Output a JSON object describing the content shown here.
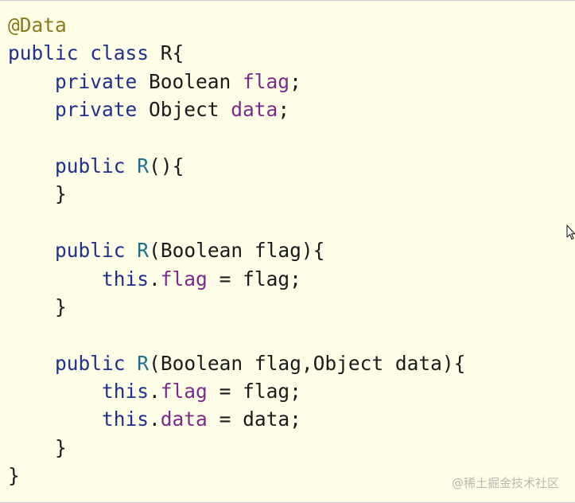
{
  "code": {
    "lines": [
      {
        "indent": "",
        "tokens": [
          {
            "t": "@Data",
            "c": "ann"
          }
        ]
      },
      {
        "indent": "",
        "tokens": [
          {
            "t": "public",
            "c": "kw"
          },
          {
            "t": " ",
            "c": "txt"
          },
          {
            "t": "class",
            "c": "kw"
          },
          {
            "t": " R{",
            "c": "txt"
          }
        ]
      },
      {
        "indent": "    ",
        "tokens": [
          {
            "t": "private",
            "c": "kw"
          },
          {
            "t": " Boolean ",
            "c": "txt"
          },
          {
            "t": "flag",
            "c": "fld"
          },
          {
            "t": ";",
            "c": "txt"
          }
        ]
      },
      {
        "indent": "    ",
        "tokens": [
          {
            "t": "private",
            "c": "kw"
          },
          {
            "t": " Object ",
            "c": "txt"
          },
          {
            "t": "data",
            "c": "fld"
          },
          {
            "t": ";",
            "c": "txt"
          }
        ]
      },
      {
        "indent": "",
        "tokens": []
      },
      {
        "indent": "    ",
        "tokens": [
          {
            "t": "public",
            "c": "kw"
          },
          {
            "t": " ",
            "c": "txt"
          },
          {
            "t": "R",
            "c": "mth"
          },
          {
            "t": "(){",
            "c": "txt"
          }
        ]
      },
      {
        "indent": "    ",
        "tokens": [
          {
            "t": "}",
            "c": "txt"
          }
        ]
      },
      {
        "indent": "",
        "tokens": []
      },
      {
        "indent": "    ",
        "tokens": [
          {
            "t": "public",
            "c": "kw"
          },
          {
            "t": " ",
            "c": "txt"
          },
          {
            "t": "R",
            "c": "mth"
          },
          {
            "t": "(Boolean flag){",
            "c": "txt"
          }
        ]
      },
      {
        "indent": "        ",
        "tokens": [
          {
            "t": "this",
            "c": "kw"
          },
          {
            "t": ".",
            "c": "txt"
          },
          {
            "t": "flag",
            "c": "fld"
          },
          {
            "t": " = flag;",
            "c": "txt"
          }
        ]
      },
      {
        "indent": "    ",
        "tokens": [
          {
            "t": "}",
            "c": "txt"
          }
        ]
      },
      {
        "indent": "",
        "tokens": []
      },
      {
        "indent": "    ",
        "tokens": [
          {
            "t": "public",
            "c": "kw"
          },
          {
            "t": " ",
            "c": "txt"
          },
          {
            "t": "R",
            "c": "mth"
          },
          {
            "t": "(Boolean flag,Object data){",
            "c": "txt"
          }
        ]
      },
      {
        "indent": "        ",
        "tokens": [
          {
            "t": "this",
            "c": "kw"
          },
          {
            "t": ".",
            "c": "txt"
          },
          {
            "t": "flag",
            "c": "fld"
          },
          {
            "t": " = flag;",
            "c": "txt"
          }
        ]
      },
      {
        "indent": "        ",
        "tokens": [
          {
            "t": "this",
            "c": "kw"
          },
          {
            "t": ".",
            "c": "txt"
          },
          {
            "t": "data",
            "c": "fld"
          },
          {
            "t": " = data;",
            "c": "txt"
          }
        ]
      },
      {
        "indent": "    ",
        "tokens": [
          {
            "t": "}",
            "c": "txt"
          }
        ]
      },
      {
        "indent": "",
        "tokens": [
          {
            "t": "}",
            "c": "txt"
          }
        ]
      }
    ]
  },
  "watermark": {
    "text": "@稀土掘金技术社区"
  },
  "cursor": {
    "icon": "mouse-pointer-icon"
  },
  "colors": {
    "background": "#fefde6",
    "keyword": "#1f2f8f",
    "annotation": "#8a7a1e",
    "field": "#7a2a8a",
    "method": "#1d6f88",
    "text": "#1a1a1a"
  }
}
